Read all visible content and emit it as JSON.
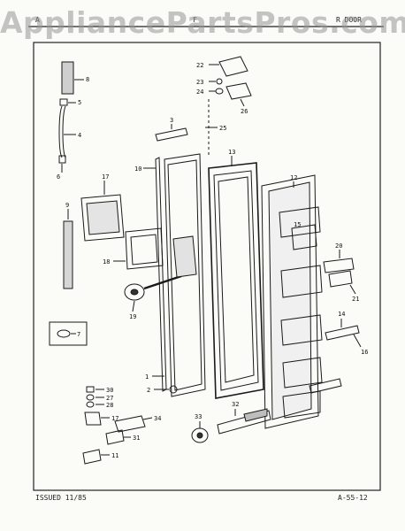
{
  "watermark": "AppliancePartsPros.com",
  "header": {
    "left": "A",
    "center": "F",
    "right": "R DOOR"
  },
  "footer": {
    "issued": "ISSUED 11/85",
    "ref": "A-55-12"
  },
  "callouts": {
    "c1": "1",
    "c2": "2",
    "c3": "3",
    "c4": "4",
    "c5": "5",
    "c6": "6",
    "c7": "7",
    "c8": "8",
    "c9": "9",
    "c10": "10",
    "c11": "11",
    "c12": "12",
    "c13": "13",
    "c14": "14",
    "c15": "15",
    "c16": "16",
    "c17a": "17",
    "c17b": "17",
    "c18": "18",
    "c19": "19",
    "c20": "20",
    "c21": "21",
    "c22": "22",
    "c23": "23",
    "c24": "24",
    "c25": "25",
    "c26": "26",
    "c27": "27",
    "c28": "28",
    "c30": "30",
    "c31": "31",
    "c32": "32",
    "c33": "33",
    "c34": "34"
  }
}
